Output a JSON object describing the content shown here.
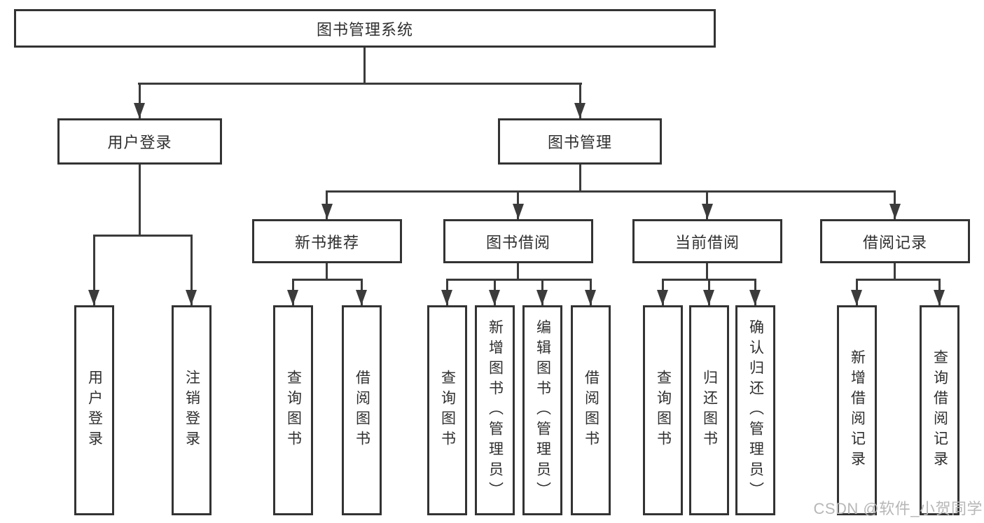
{
  "colors": {
    "line": "#3b3b3b",
    "box_border": "#333333",
    "text": "#2f2f2f",
    "background": "#ffffff",
    "watermark": "#b7b7b7"
  },
  "nodes": {
    "root": "图书管理系统",
    "user_login": "用户登录",
    "book_mgmt": "图书管理",
    "new_books": "新书推荐",
    "book_borrow": "图书借阅",
    "current_borrow": "当前借阅",
    "borrow_records": "借阅记录",
    "leaf_user_login": "用户登录",
    "leaf_logout": "注销登录",
    "leaf_nb_query": "查询图书",
    "leaf_nb_borrow": "借阅图书",
    "leaf_bb_query": "查询图书",
    "leaf_bb_add": "新增图书（管理员）",
    "leaf_bb_edit": "编辑图书（管理员）",
    "leaf_bb_borrow": "借阅图书",
    "leaf_cb_query": "查询图书",
    "leaf_cb_return": "归还图书",
    "leaf_cb_confirm": "确认归还（管理员）",
    "leaf_br_add": "新增借阅记录",
    "leaf_br_query": "查询借阅记录"
  },
  "watermark": "CSDN @软件_小贺同学"
}
